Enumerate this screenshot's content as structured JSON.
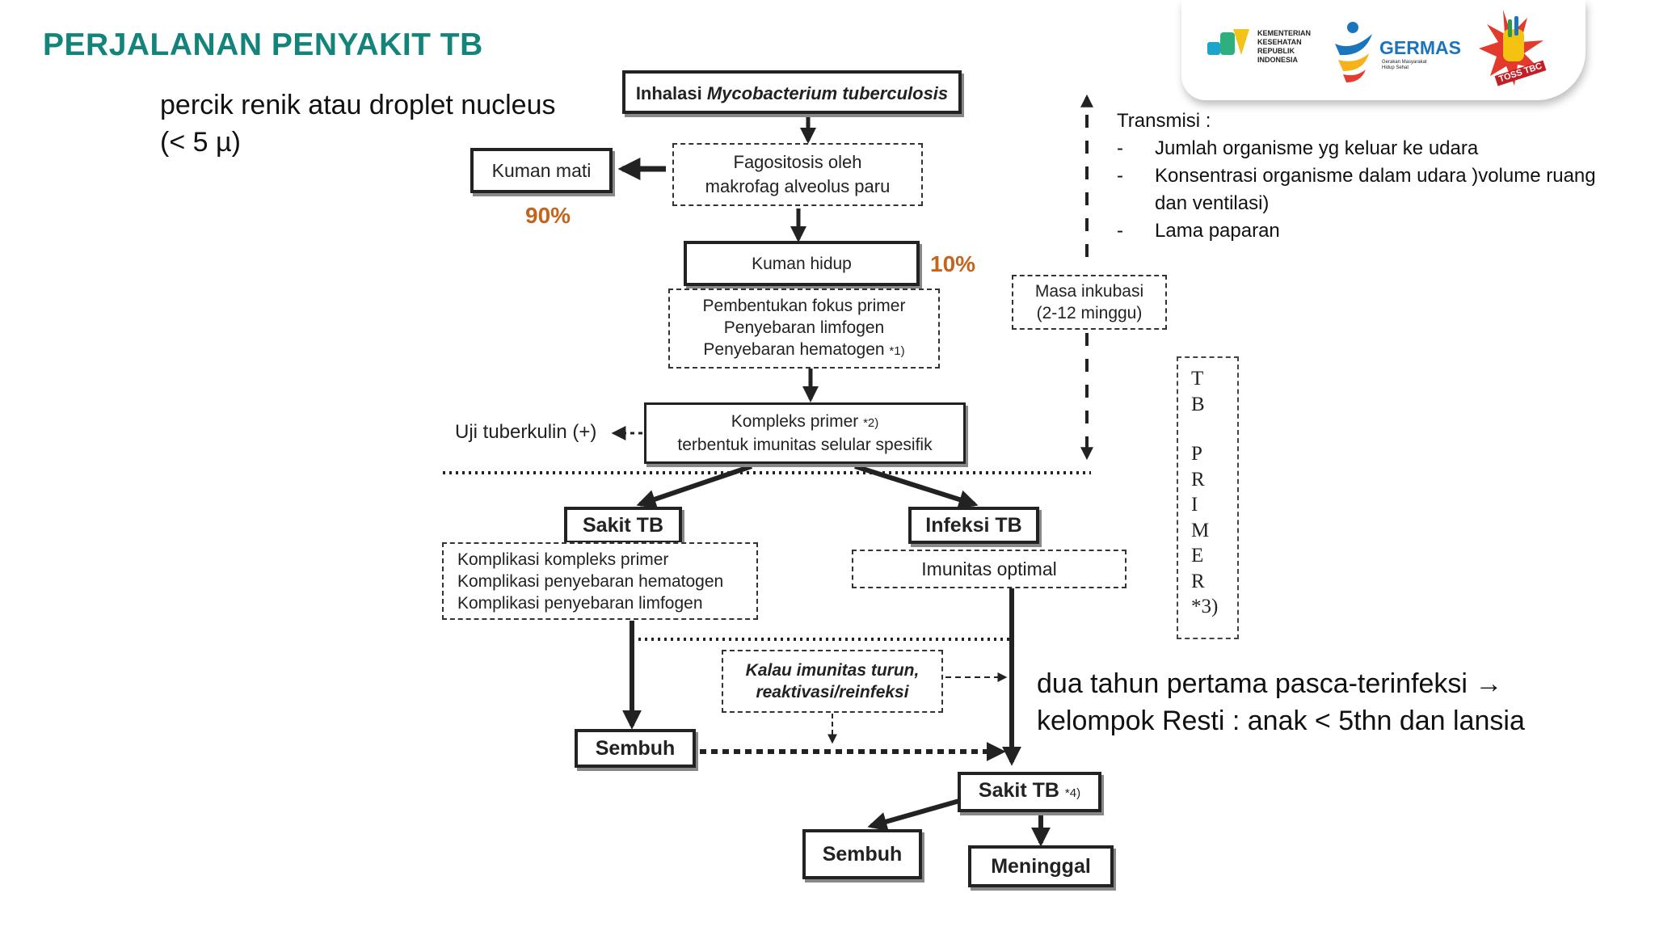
{
  "title": "PERJALANAN PENYAKIT TB",
  "captions": {
    "droplet_line1": "percik renik atau droplet nucleus",
    "droplet_line2": "(< 5 µ)",
    "resti_line1": "dua tahun pertama pasca-terinfeksi →",
    "resti_line2": "kelompok Resti : anak < 5thn dan lansia"
  },
  "logos": {
    "kemenkes": "KEMENTERIAN\nKESEHATAN\nREPUBLIK\nINDONESIA",
    "germas": "GERMAS",
    "germas_sub": "Gerakan Masyarakat\nHidup Sehat",
    "toss": "TOSS TBC"
  },
  "flow": {
    "inhalasi_prefix": "Inhalasi ",
    "inhalasi_species": "Mycobacterium tuberculosis",
    "fagositosis_l1": "Fagositosis oleh",
    "fagositosis_l2": "makrofag alveolus paru",
    "kuman_mati": "Kuman mati",
    "pct_mati": "90%",
    "kuman_hidup": "Kuman hidup",
    "pct_hidup": "10%",
    "fokus_l1": "Pembentukan fokus primer",
    "fokus_l2": "Penyebaran limfogen",
    "fokus_l3": "Penyebaran hematogen",
    "fokus_note": "*1)",
    "kompleks_l1": "Kompleks primer",
    "kompleks_note": "*2)",
    "kompleks_l2": "terbentuk imunitas selular spesifik",
    "uji": "Uji tuberkulin (+)",
    "masa_l1": "Masa inkubasi",
    "masa_l2": "(2-12 minggu)",
    "sakit_tb": "Sakit TB",
    "infeksi_tb": "Infeksi TB",
    "komplikasi_l1": "Komplikasi kompleks primer",
    "komplikasi_l2": "Komplikasi penyebaran hematogen",
    "komplikasi_l3": "Komplikasi penyebaran limfogen",
    "imunitas_optimal": "Imunitas optimal",
    "kalau_l1": "Kalau imunitas turun,",
    "kalau_l2": "reaktivasi/reinfeksi",
    "sembuh": "Sembuh",
    "sakit_tb_2": "Sakit TB",
    "sakit_tb_2_note": "*4)",
    "sembuh_2": "Sembuh",
    "meninggal": "Meninggal"
  },
  "transmisi": {
    "heading": "Transmisi :",
    "items": [
      "Jumlah organisme yg keluar  ke udara",
      "Konsentrasi organisme dalam udara )volume ruang dan ventilasi)",
      "Lama paparan"
    ]
  },
  "tb_primer": [
    "T",
    "B",
    "",
    "P",
    "R",
    "I",
    "M",
    "E",
    "R",
    "*3)"
  ],
  "colors": {
    "title": "#14847a",
    "percent": "#c4651e",
    "line": "#222222"
  }
}
